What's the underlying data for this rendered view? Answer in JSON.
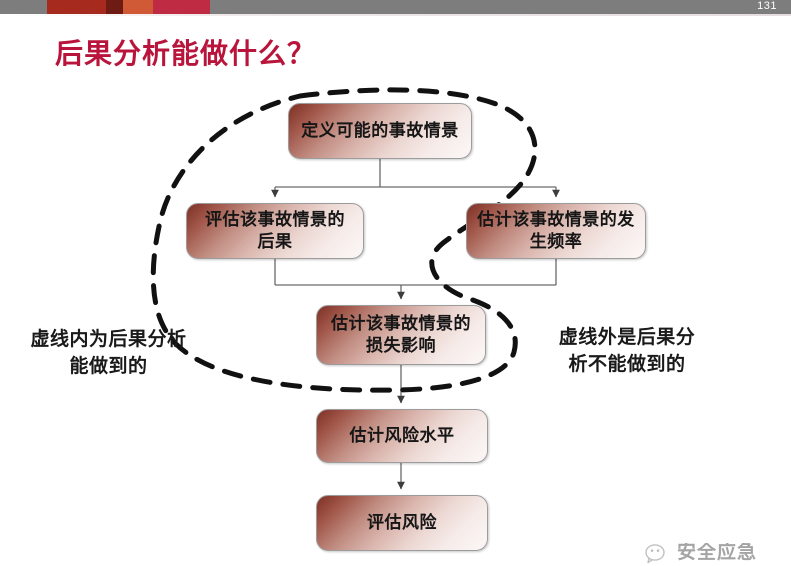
{
  "header": {
    "page_number": "131",
    "accent_colors": [
      "#a72a1e",
      "#6e1c13",
      "#cf5a35",
      "#bf2b42"
    ],
    "bar_color": "#7d7d7d"
  },
  "title": {
    "text": "后果分析能做什么？",
    "color": "#b9153c"
  },
  "flowchart": {
    "boxes": [
      {
        "id": "define",
        "label": "定义可能的事故情景"
      },
      {
        "id": "consequence",
        "label": "评估该事故情景的后果"
      },
      {
        "id": "frequency",
        "label": "估计该事故情景的发生频率"
      },
      {
        "id": "loss",
        "label": "估计该事故情景的损失影响"
      },
      {
        "id": "risklevel",
        "label": "估计风险水平"
      },
      {
        "id": "evaluate",
        "label": "评估风险"
      }
    ],
    "box_fill_start": "#7e2f24",
    "box_fill_end": "#fbf7f6",
    "connector_color": "#4a4a4a",
    "dashed_outline_color": "#111111"
  },
  "annotations": {
    "inside": "虚线内为后果分析能做到的",
    "outside": "虚线外是后果分析不能做到的"
  },
  "watermark": {
    "text": "安全应急"
  }
}
